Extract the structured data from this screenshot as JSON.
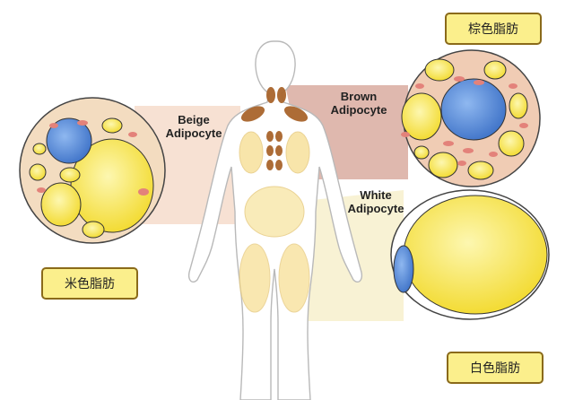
{
  "labels": {
    "beige": "Beige\nAdipocyte",
    "brown": "Brown\nAdipocyte",
    "white": "White\nAdipocyte"
  },
  "cn_labels": {
    "brown": "棕色脂肪",
    "beige": "米色脂肪",
    "white": "白色脂肪"
  },
  "colors": {
    "beige_band": "#f6dccb",
    "brown_band": "#d9aca0",
    "white_band": "#f7f1cf",
    "fat_yellow": "#f7e33a",
    "nucleus_blue": "#5b8fd8",
    "brown_tissue": "#a9652c",
    "mitochondria": "#e3827a",
    "box_fill": "#fbef8c",
    "box_border": "#8a6a1a"
  }
}
